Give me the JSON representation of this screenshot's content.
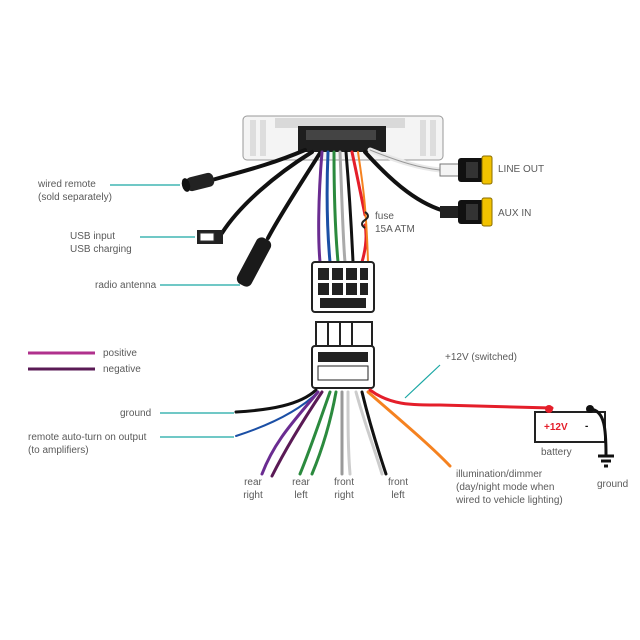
{
  "labels": {
    "wired_remote_1": "wired remote",
    "wired_remote_2": "(sold separately)",
    "usb_1": "USB input",
    "usb_2": "USB charging",
    "radio_antenna": "radio antenna",
    "line_out": "LINE OUT",
    "aux_in": "AUX IN",
    "fuse_1": "fuse",
    "fuse_2": "15A ATM",
    "legend_positive": "positive",
    "legend_negative": "negative",
    "plus12v_switched": "+12V (switched)",
    "ground_left": "ground",
    "remote_turn_on_1": "remote auto-turn on output",
    "remote_turn_on_2": "(to amplifiers)",
    "battery_12v": "+12V",
    "battery_minus": "-",
    "battery": "battery",
    "ground_right": "ground",
    "rear_right_1": "rear",
    "rear_right_2": "right",
    "rear_left_1": "rear",
    "rear_left_2": "left",
    "front_right_1": "front",
    "front_right_2": "right",
    "front_left_1": "front",
    "front_left_2": "left",
    "illum_1": "illumination/dimmer",
    "illum_2": "(day/night mode when",
    "illum_3": "wired to vehicle lighting)"
  },
  "colors": {
    "leader": "#1aa7a4",
    "positive": "#b0318d",
    "negative": "#5a1a55",
    "red": "#e41e2a",
    "orange": "#f58220",
    "green": "#2b8a3e",
    "blue": "#1b4fa5",
    "purple": "#6a2c91",
    "connector_yellow": "#f2c200"
  }
}
